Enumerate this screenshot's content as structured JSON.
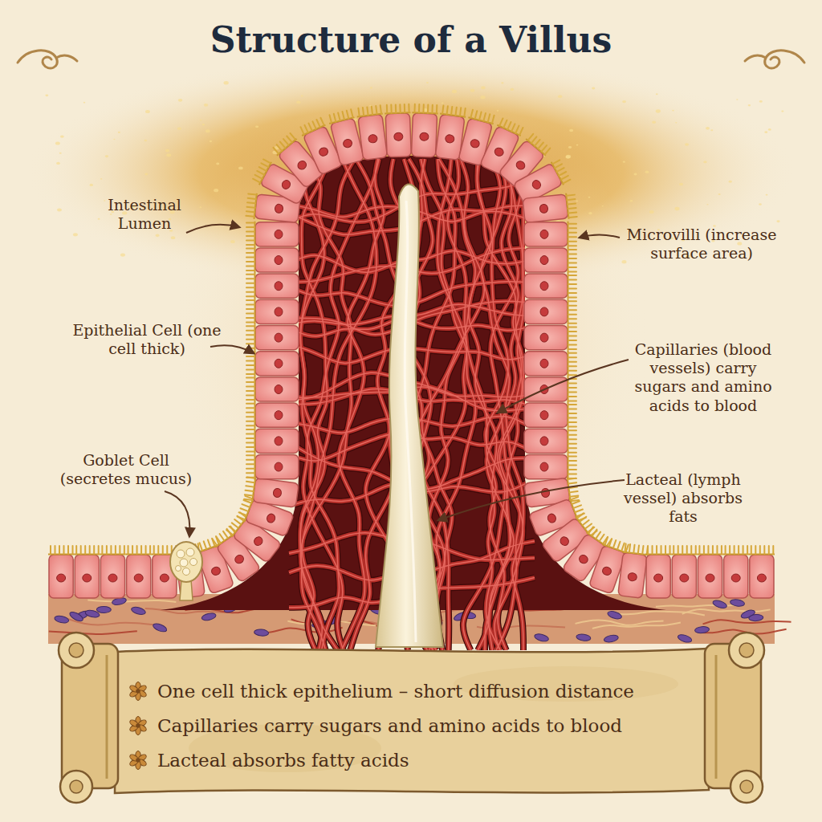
{
  "diagram": {
    "title": "Structure of a Villus",
    "nodes": [
      {
        "text": [
          "One cell thick epithelium – short diffusion distance",
          "Capillaries carry sugars and amino acids to blood",
          "Lacteal absorbs fatty acids"
        ]
      }
    ],
    "labels": [
      "Intestinal Lumen",
      "Epithelial Cell (one cell thick)",
      "Goblet Cell (secretes mucus)",
      "Microvilli (increase surface area)",
      "Capillaries (blood vessels) carry sugars and amino acids to blood",
      "Lacteal (lymph vessel) absorbs fats"
    ]
  }
}
